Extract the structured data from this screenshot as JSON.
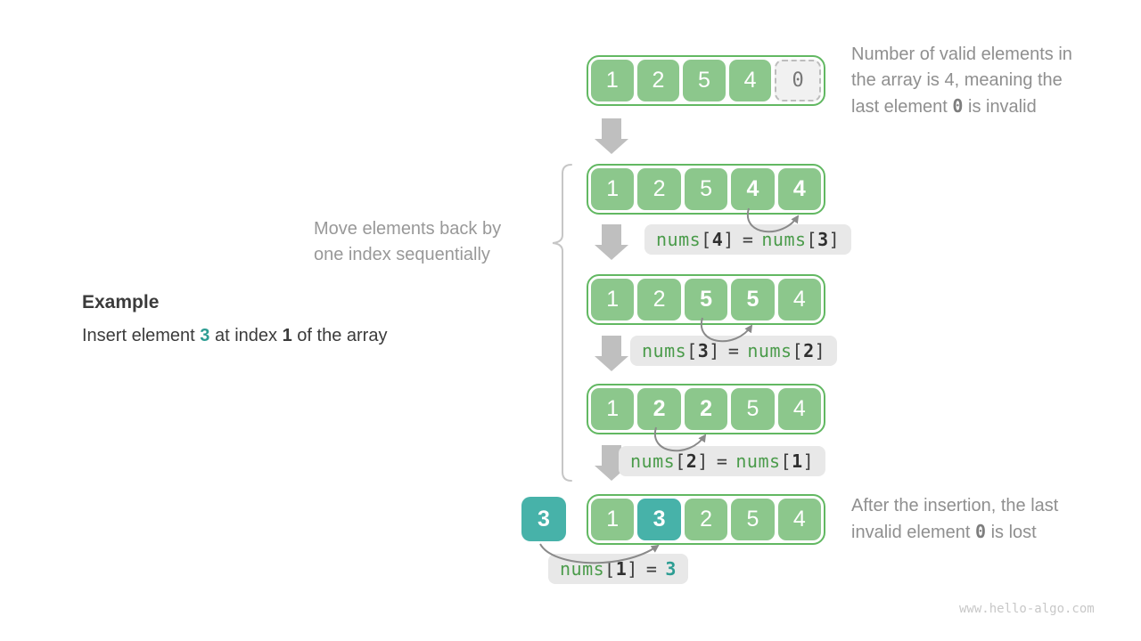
{
  "example": {
    "title": "Example",
    "insert_pre": "Insert element ",
    "insert_value": "3",
    "insert_mid": " at index ",
    "insert_index": "1",
    "insert_post": " of the array"
  },
  "move_note": {
    "line1": "Move elements back by",
    "line2": "one index sequentially"
  },
  "annotations": {
    "top": {
      "line1": "Number of valid elements in",
      "line2": "the array is 4, meaning the",
      "line3_pre": "last element ",
      "line3_zero": "0",
      "line3_post": " is invalid"
    },
    "bottom": {
      "line1": "After the insertion, the last",
      "line2_pre": "invalid element ",
      "line2_zero": "0",
      "line2_post": " is lost"
    }
  },
  "arrays": {
    "row1": [
      "1",
      "2",
      "5",
      "4",
      "0"
    ],
    "row2": [
      "1",
      "2",
      "5",
      "4",
      "4"
    ],
    "row3": [
      "1",
      "2",
      "5",
      "5",
      "4"
    ],
    "row4": [
      "1",
      "2",
      "2",
      "5",
      "4"
    ],
    "row5": [
      "1",
      "3",
      "2",
      "5",
      "4"
    ],
    "inserted_value": "3"
  },
  "labels": {
    "l1": {
      "obj1": "nums",
      "open1": "[",
      "idx1": "4",
      "close1": "]",
      "eq": "=",
      "obj2": "nums",
      "open2": "[",
      "idx2": "3",
      "close2": "]"
    },
    "l2": {
      "obj1": "nums",
      "open1": "[",
      "idx1": "3",
      "close1": "]",
      "eq": "=",
      "obj2": "nums",
      "open2": "[",
      "idx2": "2",
      "close2": "]"
    },
    "l3": {
      "obj1": "nums",
      "open1": "[",
      "idx1": "2",
      "close1": "]",
      "eq": "=",
      "obj2": "nums",
      "open2": "[",
      "idx2": "1",
      "close2": "]"
    },
    "l4": {
      "obj1": "nums",
      "open1": "[",
      "idx1": "1",
      "close1": "]",
      "eq": "=",
      "value": "3"
    }
  },
  "watermark": "www.hello-algo.com",
  "colors": {
    "cell_green": "#8cc78c",
    "border_green": "#62b862",
    "teal": "#47b2a9",
    "code_green": "#4a9b4a",
    "text_teal": "#2d9d93",
    "label_bg": "#e8e8e8",
    "annotation_gray": "#8f8f8f",
    "dark_text": "#3b3b3b",
    "block_arrow_gray": "#bfbfbf",
    "arc_gray": "#8a8a8a",
    "invalid_cell_bg": "#f1f1f1",
    "watermark_gray": "#c8c8c8"
  }
}
